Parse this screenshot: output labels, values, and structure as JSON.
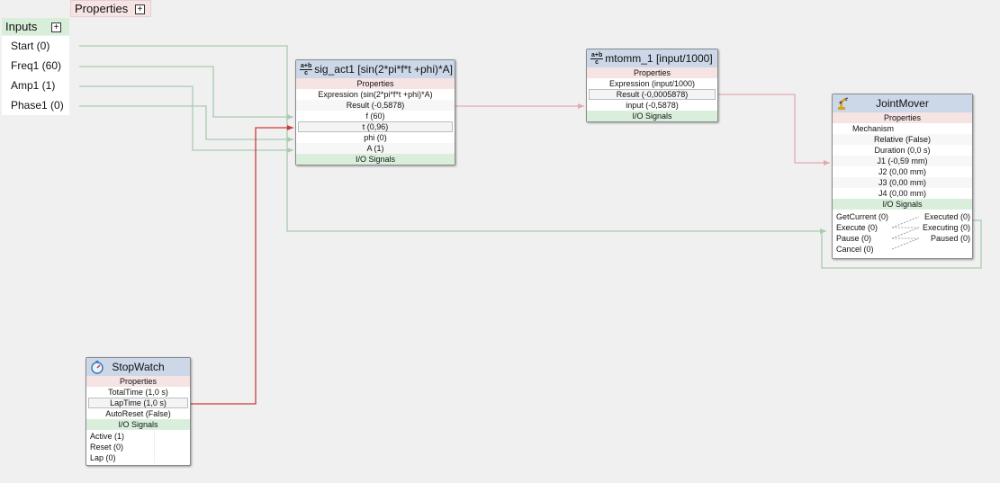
{
  "inputs_panel": {
    "properties_tab": "Properties",
    "header": "Inputs",
    "items": [
      "Start (0)",
      "Freq1 (60)",
      "Amp1 (1)",
      "Phase1 (0)"
    ]
  },
  "sig_act1": {
    "title": "sig_act1 [sin(2*pi*f*t +phi)*A]",
    "frac_num": "a+b",
    "frac_den": "c",
    "properties_label": "Properties",
    "rows": [
      "Expression (sin(2*pi*f*t +phi)*A)",
      "Result (-0,5878)",
      "f (60)",
      "t (0,96)",
      "phi (0)",
      "A (1)"
    ],
    "io_label": "I/O Signals"
  },
  "mtomm_1": {
    "title": "mtomm_1 [input/1000]",
    "frac_num": "a+b",
    "frac_den": "c",
    "properties_label": "Properties",
    "rows": [
      "Expression (input/1000)",
      "Result (-0,0005878)",
      "input (-0,5878)"
    ],
    "io_label": "I/O Signals"
  },
  "jointmover": {
    "title": "JointMover",
    "properties_label": "Properties",
    "mechanism_label": "Mechanism",
    "rows": [
      "Relative (False)",
      "Duration (0,0 s)",
      "J1 (-0,59 mm)",
      "J2 (0,00 mm)",
      "J3 (0,00 mm)",
      "J4 (0,00 mm)"
    ],
    "io_label": "I/O Signals",
    "io_inputs": [
      "GetCurrent (0)",
      "Execute (0)",
      "Pause (0)",
      "Cancel (0)"
    ],
    "io_outputs": [
      "Executed (0)",
      "Executing (0)",
      "Paused (0)"
    ]
  },
  "stopwatch": {
    "title": "StopWatch",
    "properties_label": "Properties",
    "rows": [
      "TotalTime (1,0 s)",
      "LapTime (1,0 s)",
      "AutoReset (False)"
    ],
    "io_label": "I/O Signals",
    "io_inputs": [
      "Active (1)",
      "Reset (0)",
      "Lap (0)"
    ]
  },
  "colors": {
    "wire_green": "#a9cbb0",
    "wire_red": "#cc3b3b",
    "wire_pink": "#e3a9b0",
    "title_blue": "#ccd7e8",
    "props_pink": "#f6e3e3",
    "io_green": "#d9efdc"
  }
}
